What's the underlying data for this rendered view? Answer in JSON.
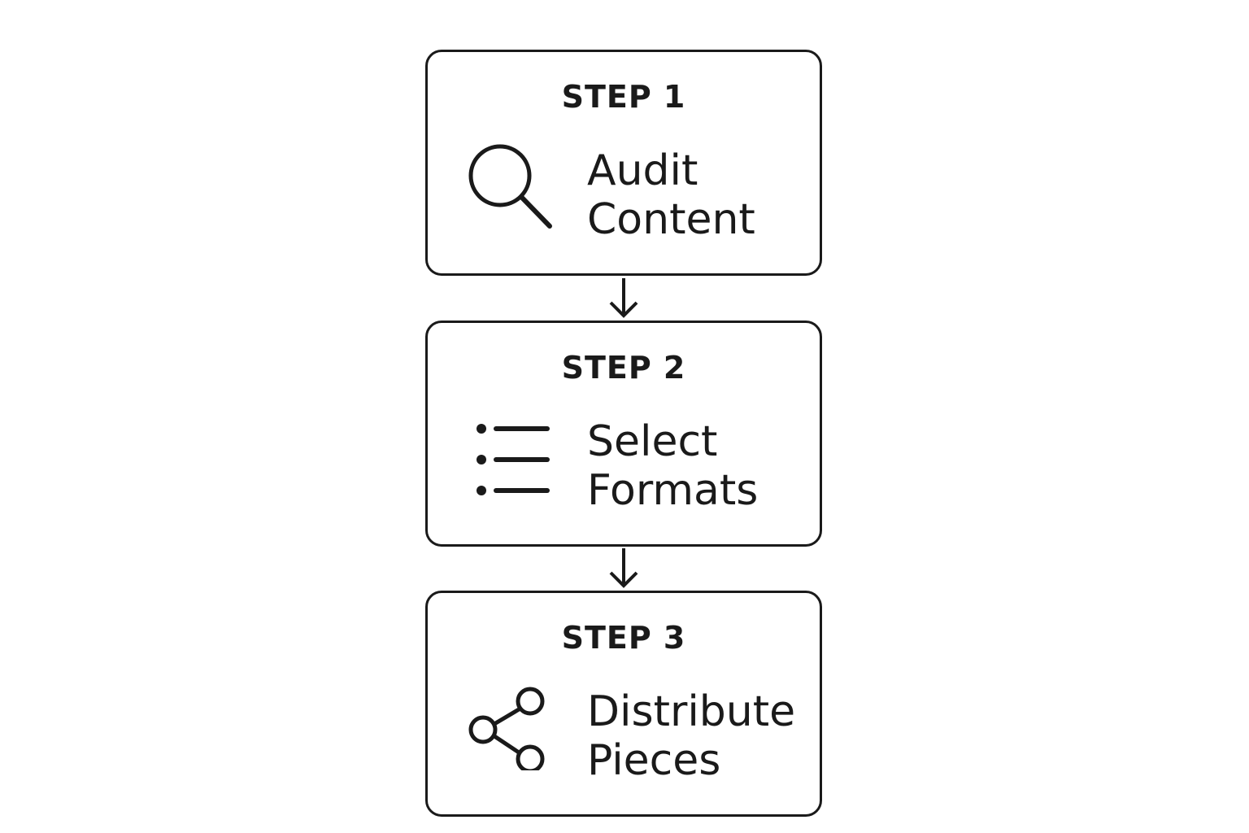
{
  "diagram": {
    "colors": {
      "stroke": "#1a1a1a",
      "background": "#ffffff"
    },
    "steps": [
      {
        "label": "STEP 1",
        "icon": "search-icon",
        "title_line1": "Audit",
        "title_line2": "Content"
      },
      {
        "label": "STEP 2",
        "icon": "list-icon",
        "title_line1": "Select",
        "title_line2": "Formats"
      },
      {
        "label": "STEP 3",
        "icon": "share-icon",
        "title_line1": "Distribute",
        "title_line2": "Pieces"
      }
    ]
  }
}
